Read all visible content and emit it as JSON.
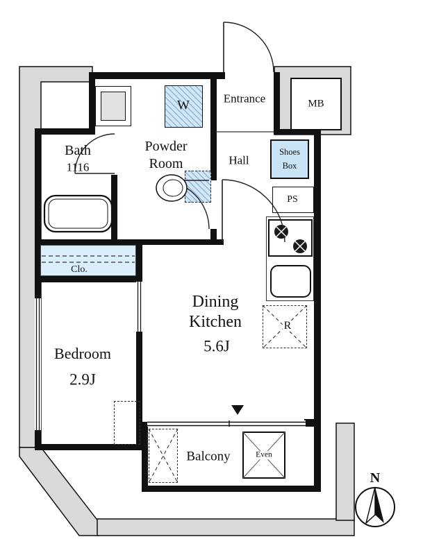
{
  "floorplan": {
    "rooms": {
      "entrance": {
        "label": "Entrance"
      },
      "mb": {
        "label": "MB"
      },
      "powder_room": {
        "line1": "Powder",
        "line2": "Room"
      },
      "bath": {
        "label": "Bath",
        "size": "1116"
      },
      "hall": {
        "label": "Hall"
      },
      "shoes_box": {
        "line1": "Shoes",
        "line2": "Box"
      },
      "ps": {
        "label": "PS"
      },
      "dining_kitchen": {
        "line1": "Dining",
        "line2": "Kitchen",
        "size": "5.6J"
      },
      "closet": {
        "label": "Clo."
      },
      "bedroom": {
        "label": "Bedroom",
        "size": "2.9J"
      },
      "balcony": {
        "label": "Balcony"
      },
      "refrigerator": {
        "label": "R"
      },
      "washer": {
        "label": "W"
      },
      "evac_hatch": {
        "label": "Even"
      }
    },
    "compass": {
      "label": "N"
    },
    "colors": {
      "wall": "#111111",
      "fixture_blue": "#cfe7f8",
      "common_gray": "#d9d9d9"
    }
  }
}
